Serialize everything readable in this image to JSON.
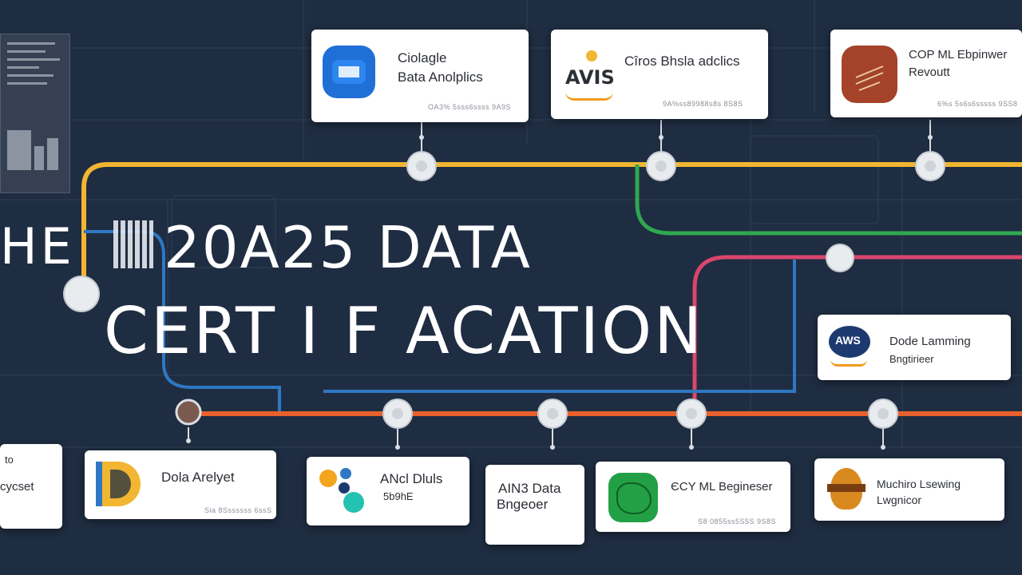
{
  "headline": {
    "line1_left": "HE",
    "line1_right": "20A25 DATA",
    "line2": "CERT I F ACATION"
  },
  "cards_top": [
    {
      "id": "google",
      "line1": "Ciolagle",
      "line2": "Bata Anolplics",
      "meta": "OA3% 5sss6ssss   9A9S"
    },
    {
      "id": "aws-top",
      "logo_text": "AVIS",
      "line1": "Cîros Bhsla adclics",
      "meta": "9A%ss89988s8s   8S8S"
    },
    {
      "id": "gcp-top",
      "line1": "COP ML Ebpinwer",
      "line2": "Revoutt",
      "meta": "6%s 5s6s6sssss   9SS8"
    }
  ],
  "cards_mid": [
    {
      "id": "aws-ml",
      "logo_text": "AWS",
      "line1": "Dode Lamming",
      "line2": "Bngtirieer"
    }
  ],
  "cards_bottom": [
    {
      "id": "left-partial",
      "line1": "to",
      "line2": "cycset"
    },
    {
      "id": "data-analyst",
      "line1": "Dola Arelyet",
      "meta": "Sia 8Sssssss   6ssS"
    },
    {
      "id": "aws-data",
      "line1": "ANcl Dluls",
      "line2": "5b9hE"
    },
    {
      "id": "aws-engineer",
      "line1": "AIN3 Data",
      "line2": "Bngeoer"
    },
    {
      "id": "gcp-bottom",
      "line1": "ЄCY ML Begineser",
      "meta": "S8 0855ss5S5S   9S8S"
    },
    {
      "id": "ml-engineer",
      "line1": "Muchiro Lsewing",
      "line2": "Lwgnicor"
    }
  ],
  "colors": {
    "background": "#1f2d42",
    "yellow": "#f2b632",
    "green": "#2fa84f",
    "pink": "#d9466d",
    "blue": "#2f78c4",
    "orange": "#e8612c"
  },
  "icons": [
    "node-icon",
    "google-cloud-logo",
    "aws-logo",
    "gcp-ml-logo",
    "aws-ml-logo",
    "data-analyst-logo",
    "dots-logo",
    "gcp-green-logo",
    "ml-engineer-logo"
  ]
}
